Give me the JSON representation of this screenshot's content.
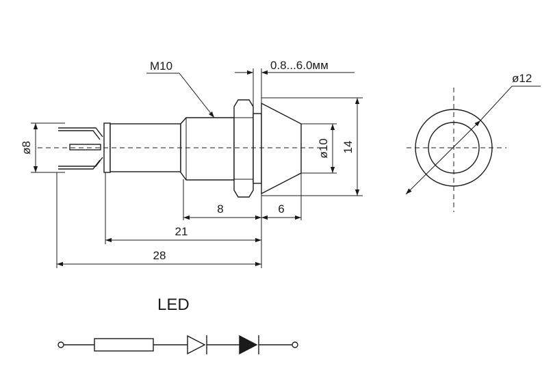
{
  "labels": {
    "thread": "M10",
    "panel_thickness": "0.8...6.0мм",
    "front_diameter": "ø12",
    "rear_diameter": "ø8",
    "lens_diameter": "ø10",
    "bezel_height": "14",
    "thread_length": "8",
    "bezel_length": "6",
    "body_length": "21",
    "total_length": "28",
    "schematic_title": "LED"
  }
}
